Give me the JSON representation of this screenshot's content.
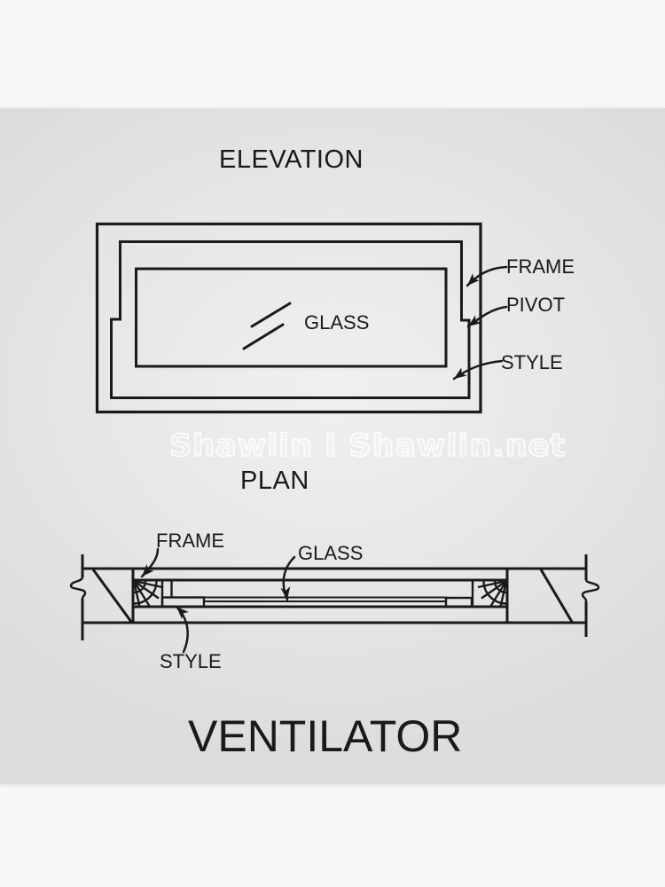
{
  "artwork": {
    "titles": {
      "elevation": "ELEVATION",
      "plan": "PLAN",
      "caption": "VENTILATOR"
    },
    "watermark": "Shawlin I Shawlin.net",
    "elevation": {
      "labels": {
        "glass": "GLASS",
        "frame": "FRAME",
        "pivot": "PIVOT",
        "style": "STYLE"
      }
    },
    "plan": {
      "labels": {
        "frame": "FRAME",
        "glass": "GLASS",
        "style": "STYLE"
      }
    },
    "colors": {
      "ink": "#1a1a1a",
      "panel": "#e6e6e6",
      "page": "#f7f7f7",
      "watermark": "#ffffff"
    }
  }
}
